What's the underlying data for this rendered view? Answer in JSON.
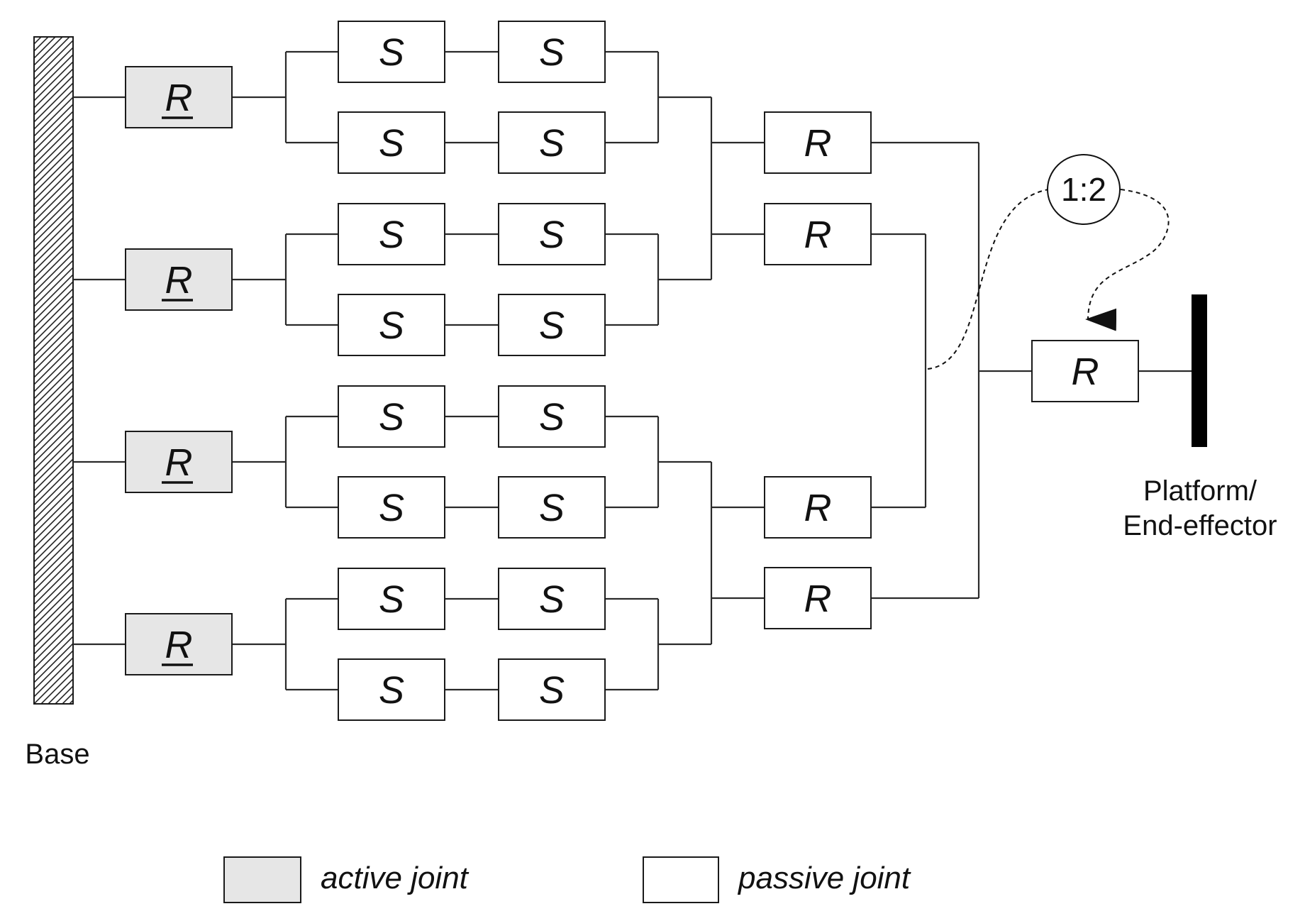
{
  "colors": {
    "active_fill": "#e6e6e6",
    "passive_fill": "#ffffff",
    "line": "#1a1a1a",
    "platform": "#000000"
  },
  "labels": {
    "base": "Base",
    "platform_line1": "Platform/",
    "platform_line2": "End-effector",
    "ratio": "1:2"
  },
  "legend": {
    "active": "active joint",
    "passive": "passive joint"
  },
  "joints": {
    "active": {
      "symbol": "R",
      "underlined": true
    },
    "spherical": {
      "symbol": "S"
    },
    "revolute": {
      "symbol": "R"
    }
  },
  "structure": {
    "branches": [
      {
        "name": "branch-1",
        "active_joint": "R",
        "sublimbs": [
          [
            "S",
            "S"
          ],
          [
            "S",
            "S"
          ]
        ]
      },
      {
        "name": "branch-2",
        "active_joint": "R",
        "sublimbs": [
          [
            "S",
            "S"
          ],
          [
            "S",
            "S"
          ]
        ]
      },
      {
        "name": "branch-3",
        "active_joint": "R",
        "sublimbs": [
          [
            "S",
            "S"
          ],
          [
            "S",
            "S"
          ]
        ]
      },
      {
        "name": "branch-4",
        "active_joint": "R",
        "sublimbs": [
          [
            "S",
            "S"
          ],
          [
            "S",
            "S"
          ]
        ]
      }
    ],
    "passive_revolutes": [
      "R",
      "R",
      "R",
      "R"
    ],
    "output_joint": "R"
  }
}
